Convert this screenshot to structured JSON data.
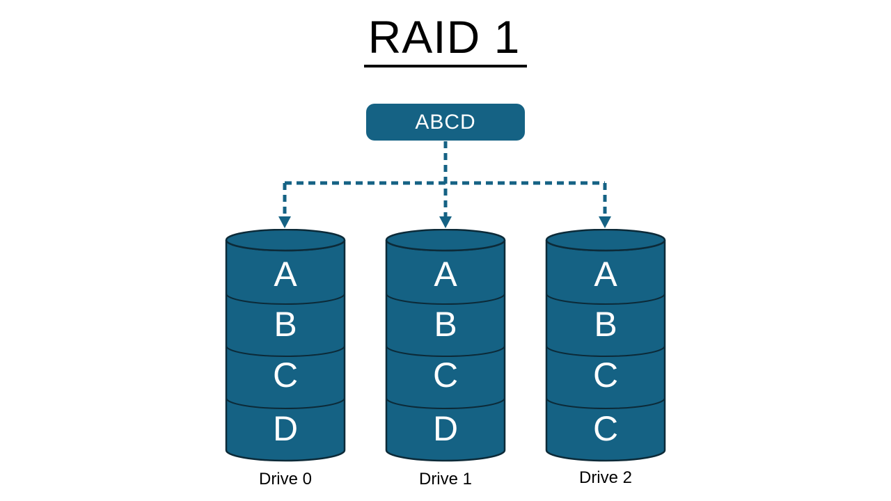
{
  "title": "RAID 1",
  "source_block": {
    "label": "ABCD"
  },
  "drives": [
    {
      "label": "Drive 0",
      "blocks": [
        "A",
        "B",
        "C",
        "D"
      ]
    },
    {
      "label": "Drive 1",
      "blocks": [
        "A",
        "B",
        "C",
        "D"
      ]
    },
    {
      "label": "Drive 2",
      "blocks": [
        "A",
        "B",
        "C",
        "C"
      ]
    }
  ],
  "colors": {
    "shape_fill": "#156284",
    "shape_outline": "#0c2a38",
    "connector": "#156284",
    "block_text": "#ffffff",
    "title_text": "#000000",
    "label_text": "#000000",
    "background": "#ffffff"
  }
}
